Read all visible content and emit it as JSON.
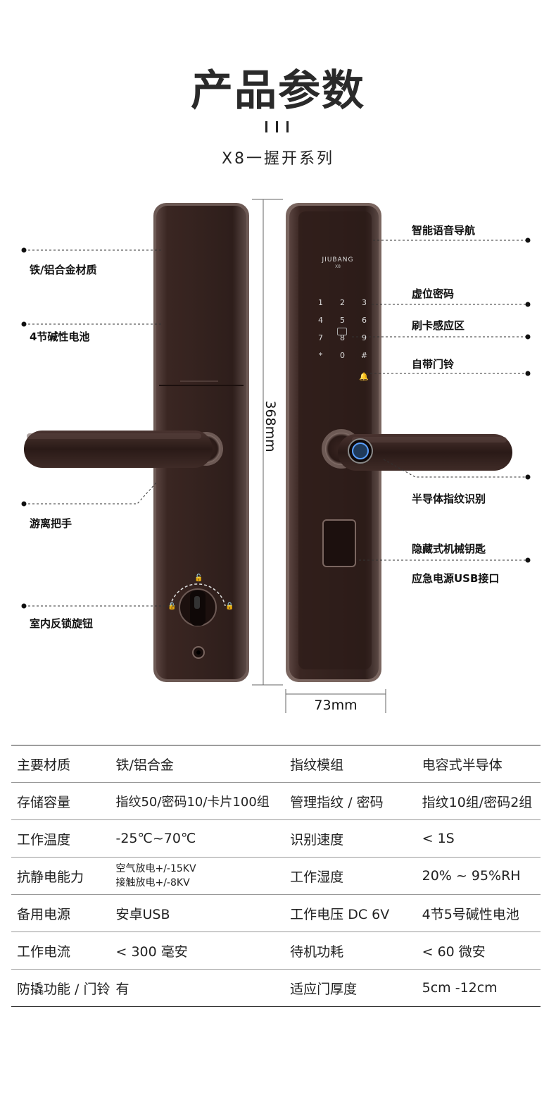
{
  "header": {
    "title": "产品参数",
    "subtitle": "X8一握开系列"
  },
  "lock_back": {
    "callouts": [
      "铁/铝合金材质",
      "4节碱性电池",
      "游离把手",
      "室内反锁旋钮"
    ]
  },
  "lock_front": {
    "brand": "JIUBANG",
    "model": "X8",
    "keys": [
      "1",
      "2",
      "3",
      "4",
      "5",
      "6",
      "7",
      "8",
      "9",
      "*",
      "0",
      "#"
    ],
    "callouts": [
      "智能语音导航",
      "虚位密码",
      "刷卡感应区",
      "自带门铃",
      "半导体指纹识别",
      "隐藏式机械钥匙",
      "应急电源USB接口"
    ]
  },
  "dimensions": {
    "height": "368mm",
    "width": "73mm"
  },
  "specs": [
    {
      "k1": "主要材质",
      "v1": "铁/铝合金",
      "k2": "指纹模组",
      "v2": "电容式半导体"
    },
    {
      "k1": "存储容量",
      "v1": "指纹50/密码10/卡片100组",
      "k2": "管理指纹 / 密码",
      "v2": "指纹10组/密码2组"
    },
    {
      "k1": "工作温度",
      "v1": "-25℃~70℃",
      "k2": "识别速度",
      "v2": "< 1S"
    },
    {
      "k1": "抗静电能力",
      "v1a": "空气放电+/-15KV",
      "v1b": "接触放电+/-8KV",
      "k2": "工作湿度",
      "v2": "20% ~ 95%RH"
    },
    {
      "k1": "备用电源",
      "v1": "安卓USB",
      "k2": "工作电压 DC 6V",
      "v2": "4节5号碱性电池"
    },
    {
      "k1": "工作电流",
      "v1": "< 300 毫安",
      "k2": "待机功耗",
      "v2": "< 60 微安"
    },
    {
      "k1": "防撬功能 / 门铃",
      "v1": "有",
      "k2": "适应门厚度",
      "v2": "5cm -12cm"
    }
  ],
  "colors": {
    "lock_body": "#3a2622",
    "lock_edge": "#7a6660",
    "background": "#ffffff"
  }
}
